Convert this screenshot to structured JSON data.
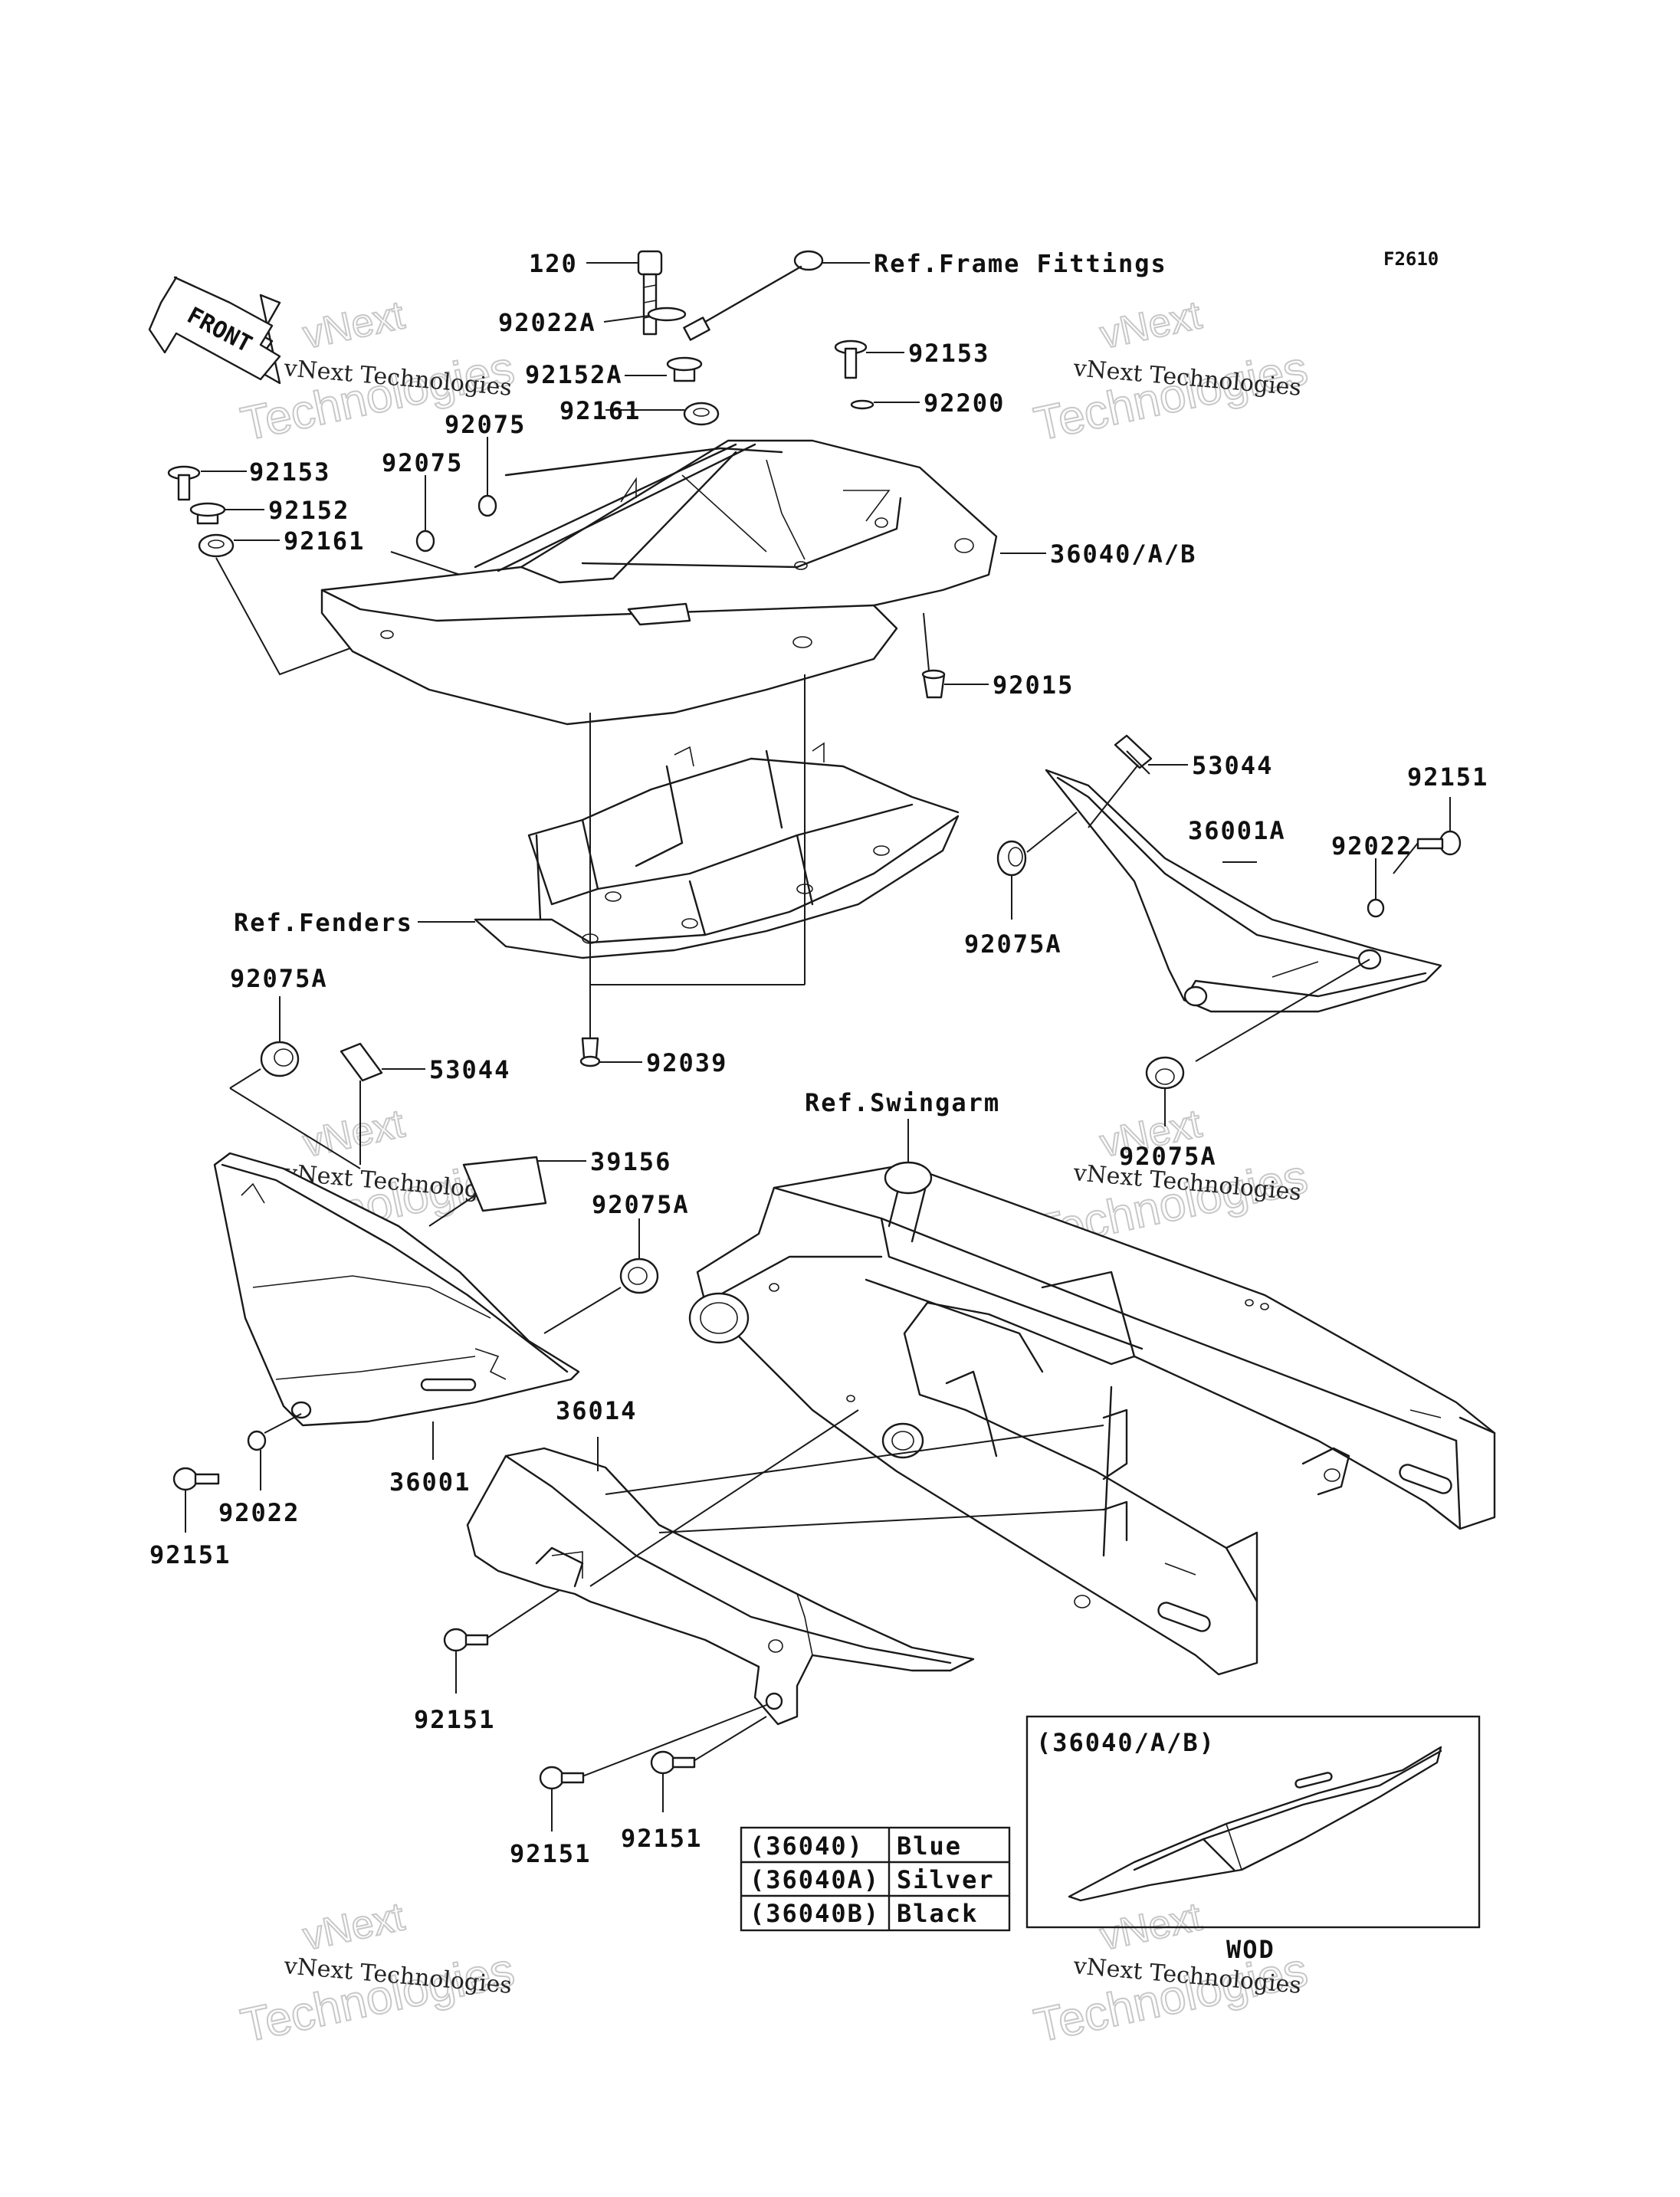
{
  "diagram": {
    "code": "F2610",
    "front_label": "FRONT",
    "refs": {
      "frame_fittings": "Ref.Frame Fittings",
      "fenders": "Ref.Fenders",
      "swingarm": "Ref.Swingarm"
    },
    "labels": {
      "p120": "120",
      "p92022A": "92022A",
      "p92152A": "92152A",
      "p92161_top": "92161",
      "p92153_top": "92153",
      "p92200": "92200",
      "p92075_a": "92075",
      "p92075_b": "92075",
      "p92153_left": "92153",
      "p92152": "92152",
      "p92161_left": "92161",
      "p36040": "36040/A/B",
      "p92015": "92015",
      "p53044_right": "53044",
      "p92151_right": "92151",
      "p36001A": "36001A",
      "p92022_right": "92022",
      "p92075A_right": "92075A",
      "p92075A_right2": "92075A",
      "p92039": "92039",
      "p92075A_left": "92075A",
      "p53044_left": "53044",
      "p39156": "39156",
      "p92075A_left2": "92075A",
      "p36001": "36001",
      "p92022_left": "92022",
      "p92151_left": "92151",
      "p36014": "36014",
      "p92151_c1": "92151",
      "p92151_c2": "92151",
      "p92151_c3": "92151"
    },
    "inset": {
      "title": "(36040/A/B)",
      "note": "WOD"
    },
    "color_table": [
      {
        "code": "(36040)",
        "color": "Blue"
      },
      {
        "code": "(36040A)",
        "color": "Silver"
      },
      {
        "code": "(36040B)",
        "color": "Black"
      }
    ],
    "watermark": {
      "brand": "vNext Technologies",
      "word1": "vNext",
      "word2": "Technologies"
    }
  }
}
